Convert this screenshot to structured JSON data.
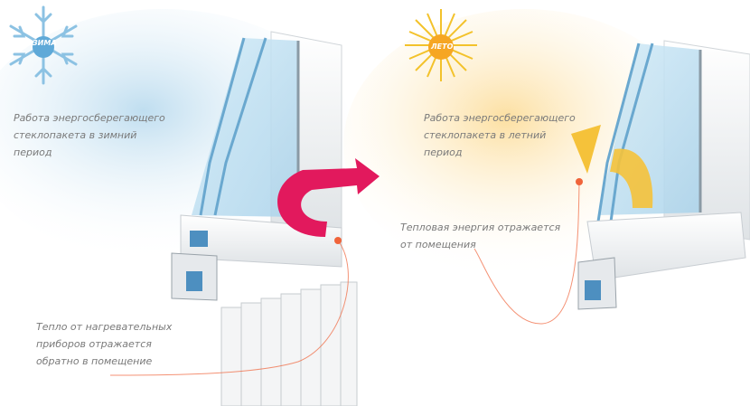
{
  "winter": {
    "badge": "ЗИМА",
    "title": "Работа энергосберегающего\nстеклопакета в зимний\nпериод",
    "note": "Тепло от нагревательных\nприборов отражается\nобратно в помещение"
  },
  "summer": {
    "badge": "ЛЕТО",
    "title": "Работа энергосберегающего\nстеклопакета в летний\nпериод",
    "note": "Тепловая энергия отражается\nот помещения"
  },
  "colors": {
    "winter_glow": "#cfe6f3",
    "summer_glow": "#fde9b8",
    "arrow_winter": "#e2195d",
    "arrow_summer": "#f5c23a",
    "pointer": "#f0643a",
    "text": "#7a7a7a"
  }
}
